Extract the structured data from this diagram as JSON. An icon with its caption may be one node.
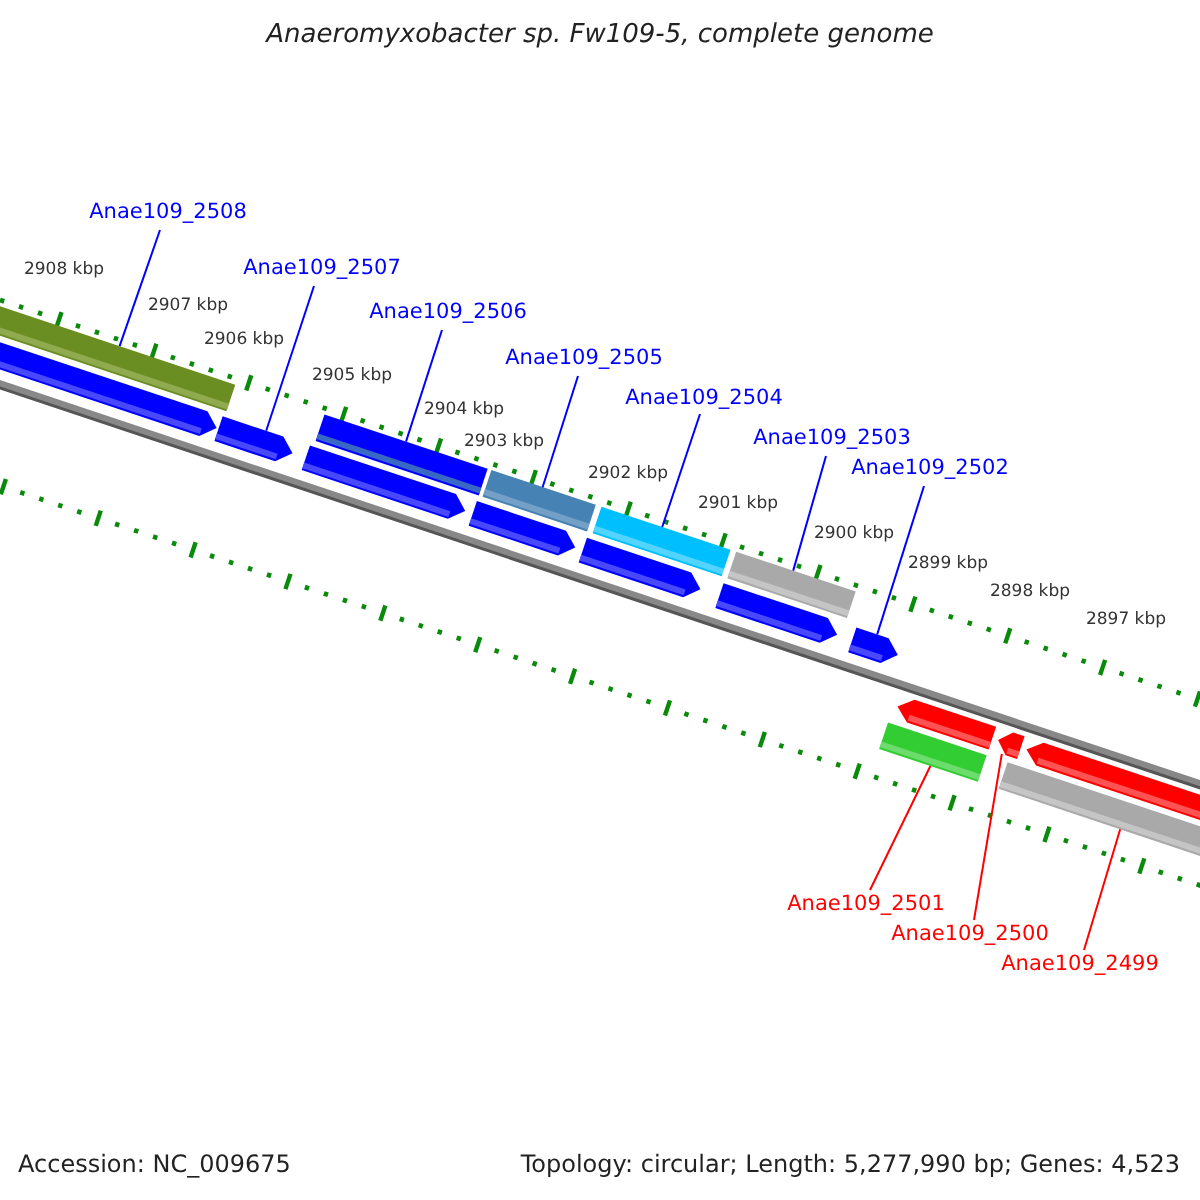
{
  "diagram": {
    "title": "Anaeromyxobacter sp. Fw109-5, complete genome",
    "nodes": [
      {
        "text": [
          "Anae109_2508"
        ]
      },
      {
        "text": [
          "Anae109_2507"
        ]
      },
      {
        "text": [
          "Anae109_2506"
        ]
      },
      {
        "text": [
          "Anae109_2505"
        ]
      },
      {
        "text": [
          "Anae109_2504"
        ]
      },
      {
        "text": [
          "Anae109_2503"
        ]
      },
      {
        "text": [
          "Anae109_2502"
        ]
      },
      {
        "text": [
          "Anae109_2501"
        ]
      },
      {
        "text": [
          "Anae109_2500"
        ]
      },
      {
        "text": [
          "Anae109_2499"
        ]
      },
      {
        "text": [],
        "shape": "bar"
      },
      {
        "text": [],
        "shape": "pentagon"
      },
      {
        "text": [],
        "shape": "bar"
      },
      {
        "text": [],
        "shape": "bar"
      },
      {
        "text": [],
        "shape": "bar"
      },
      {
        "text": [],
        "shape": "bar"
      },
      {
        "text": [],
        "shape": "pentagon"
      },
      {
        "text": [],
        "shape": "bar"
      },
      {
        "text": [],
        "shape": "pentagon"
      },
      {
        "text": [],
        "shape": "bar"
      }
    ],
    "edges": [
      {
        "from": 0,
        "to": 10,
        "arrow": "none",
        "color": "#0000ff"
      },
      {
        "from": 1,
        "to": 11,
        "arrow": "none",
        "color": "#0000ff"
      },
      {
        "from": 2,
        "to": 12,
        "arrow": "none",
        "color": "#0000ff"
      },
      {
        "from": 3,
        "to": 13,
        "arrow": "none",
        "color": "#0000ff"
      },
      {
        "from": 4,
        "to": 14,
        "arrow": "none",
        "color": "#0000ff"
      },
      {
        "from": 5,
        "to": 15,
        "arrow": "none",
        "color": "#0000ff"
      },
      {
        "from": 6,
        "to": 16,
        "arrow": "none",
        "color": "#0000ff"
      },
      {
        "from": 7,
        "to": 17,
        "arrow": "none",
        "color": "#ff0000"
      },
      {
        "from": 8,
        "to": 18,
        "arrow": "none",
        "color": "#ff0000"
      },
      {
        "from": 9,
        "to": 19,
        "arrow": "none",
        "color": "#ff0000"
      }
    ],
    "labels": [
      "2908 kbp",
      "2907 kbp",
      "2906 kbp",
      "2905 kbp",
      "2904 kbp",
      "2903 kbp",
      "2902 kbp",
      "2901 kbp",
      "2900 kbp",
      "2899 kbp",
      "2898 kbp",
      "2897 kbp",
      "Accession: NC_009675",
      "Topology: circular; Length: 5,277,990 bp; Genes: 4,523"
    ]
  }
}
